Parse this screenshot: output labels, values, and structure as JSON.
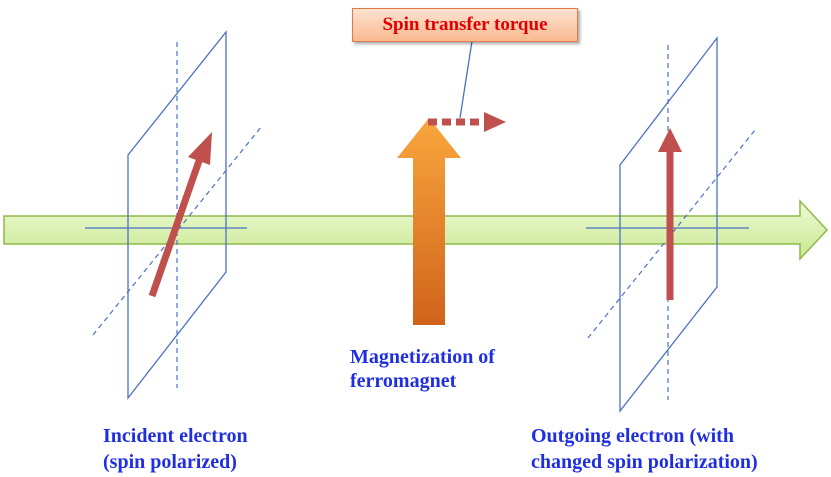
{
  "labels": {
    "spin_transfer_torque": "Spin transfer torque",
    "magnetization_line1": "Magnetization of",
    "magnetization_line2": "ferromagnet",
    "incident_line1": "Incident electron",
    "incident_line2": "(spin polarized)",
    "outgoing_line1": "Outgoing electron (with",
    "outgoing_line2": "changed spin polarization)"
  },
  "colors": {
    "label_text": "#1f2fe0",
    "torque_text": "#e00000",
    "torque_box_fill": "#f8b98f",
    "plane_lines": "#4a72c4",
    "spin_arrow": "#c0504d",
    "electron_path_fill": "#d8f0a8",
    "electron_path_stroke": "#8fb84a",
    "magnetization_arrow_top": "#f7a03a",
    "magnetization_arrow_bottom": "#d4661c"
  }
}
